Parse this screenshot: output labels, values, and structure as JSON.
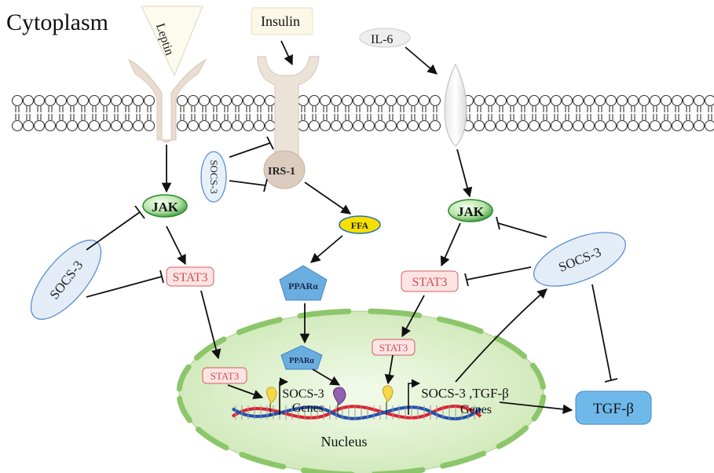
{
  "labels": {
    "cytoplasm": "Cytoplasm",
    "leptin": "Leptin",
    "insulin": "Insulin",
    "il6": "IL-6",
    "irs1": "IRS-1",
    "jak_left": "JAK",
    "jak_right": "JAK",
    "socs3_top": "SOCS-3",
    "socs3_left": "SOCS-3",
    "socs3_right": "SOCS-3",
    "ffa": "FFA",
    "ppara_cyto": "PPARα",
    "ppara_nuc": "PPARα",
    "stat3_left": "STAT3",
    "stat3_right": "STAT3",
    "stat3_nuc_left": "STAT3",
    "stat3_nuc_right": "STAT3",
    "genes_left_line1": "SOCS-3",
    "genes_left_line2": "Genes",
    "genes_right_line1": "SOCS-3 ,TGF-β",
    "genes_right_line2": "Genes",
    "nucleus": "Nucleus",
    "tgfb": "TGF-β"
  },
  "colors": {
    "receptor": "#e8ddd0",
    "jak_fill": "#3aa63a",
    "stat3_fill": "#fde4e4",
    "stat3_stroke": "#d06060",
    "stat3_text": "#d05050",
    "socs_fill": "#dfe9f5",
    "socs_stroke": "#5a8fd0",
    "ffa_fill": "#f5e000",
    "ppar_fill": "#6aaee0",
    "tgfb_fill": "#6fb9ea",
    "nucleus_fill": "#e4f3d4",
    "nucleus_band": "#8cc66a",
    "dna_red": "#e02030",
    "dna_blue": "#2050b0"
  }
}
